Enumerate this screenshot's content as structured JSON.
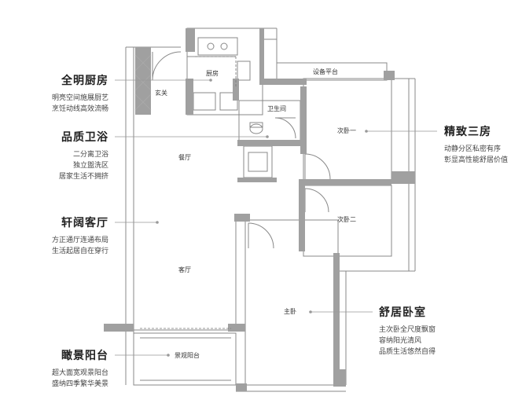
{
  "rooms": {
    "kitchen": "厨房",
    "entrance": "玄关",
    "equipment_platform": "设备平台",
    "bathroom": "卫生间",
    "dining": "餐厅",
    "bedroom1": "次卧一",
    "bedroom2": "次卧二",
    "living": "客厅",
    "master": "主卧",
    "balcony": "景观阳台"
  },
  "callouts": {
    "kitchen": {
      "title": "全明厨房",
      "lines": [
        "明亮空间施展厨艺",
        "烹饪动线高效流畅"
      ]
    },
    "bath": {
      "title": "品质卫浴",
      "lines": [
        "二分离卫浴",
        "独立盥洗区",
        "居家生活不拥挤"
      ]
    },
    "living": {
      "title": "轩阔客厅",
      "lines": [
        "方正通厅连通布局",
        "生活起居自在穿行"
      ]
    },
    "balcony": {
      "title": "瞰景阳台",
      "lines": [
        "超大面宽观景阳台",
        "盛纳四季繁华美景"
      ]
    },
    "bedrooms": {
      "title": "精致三房",
      "lines": [
        "动静分区私密有序",
        "彰显高性能舒居价值"
      ]
    },
    "master": {
      "title": "舒居卧室",
      "lines": [
        "主次卧全尺度飘窗",
        "容纳阳光清风",
        "品质生活悠然自得"
      ]
    }
  },
  "colors": {
    "wall": "#a0a0a0",
    "thin": "#888888",
    "leader": "#999999",
    "text": "#333333"
  }
}
